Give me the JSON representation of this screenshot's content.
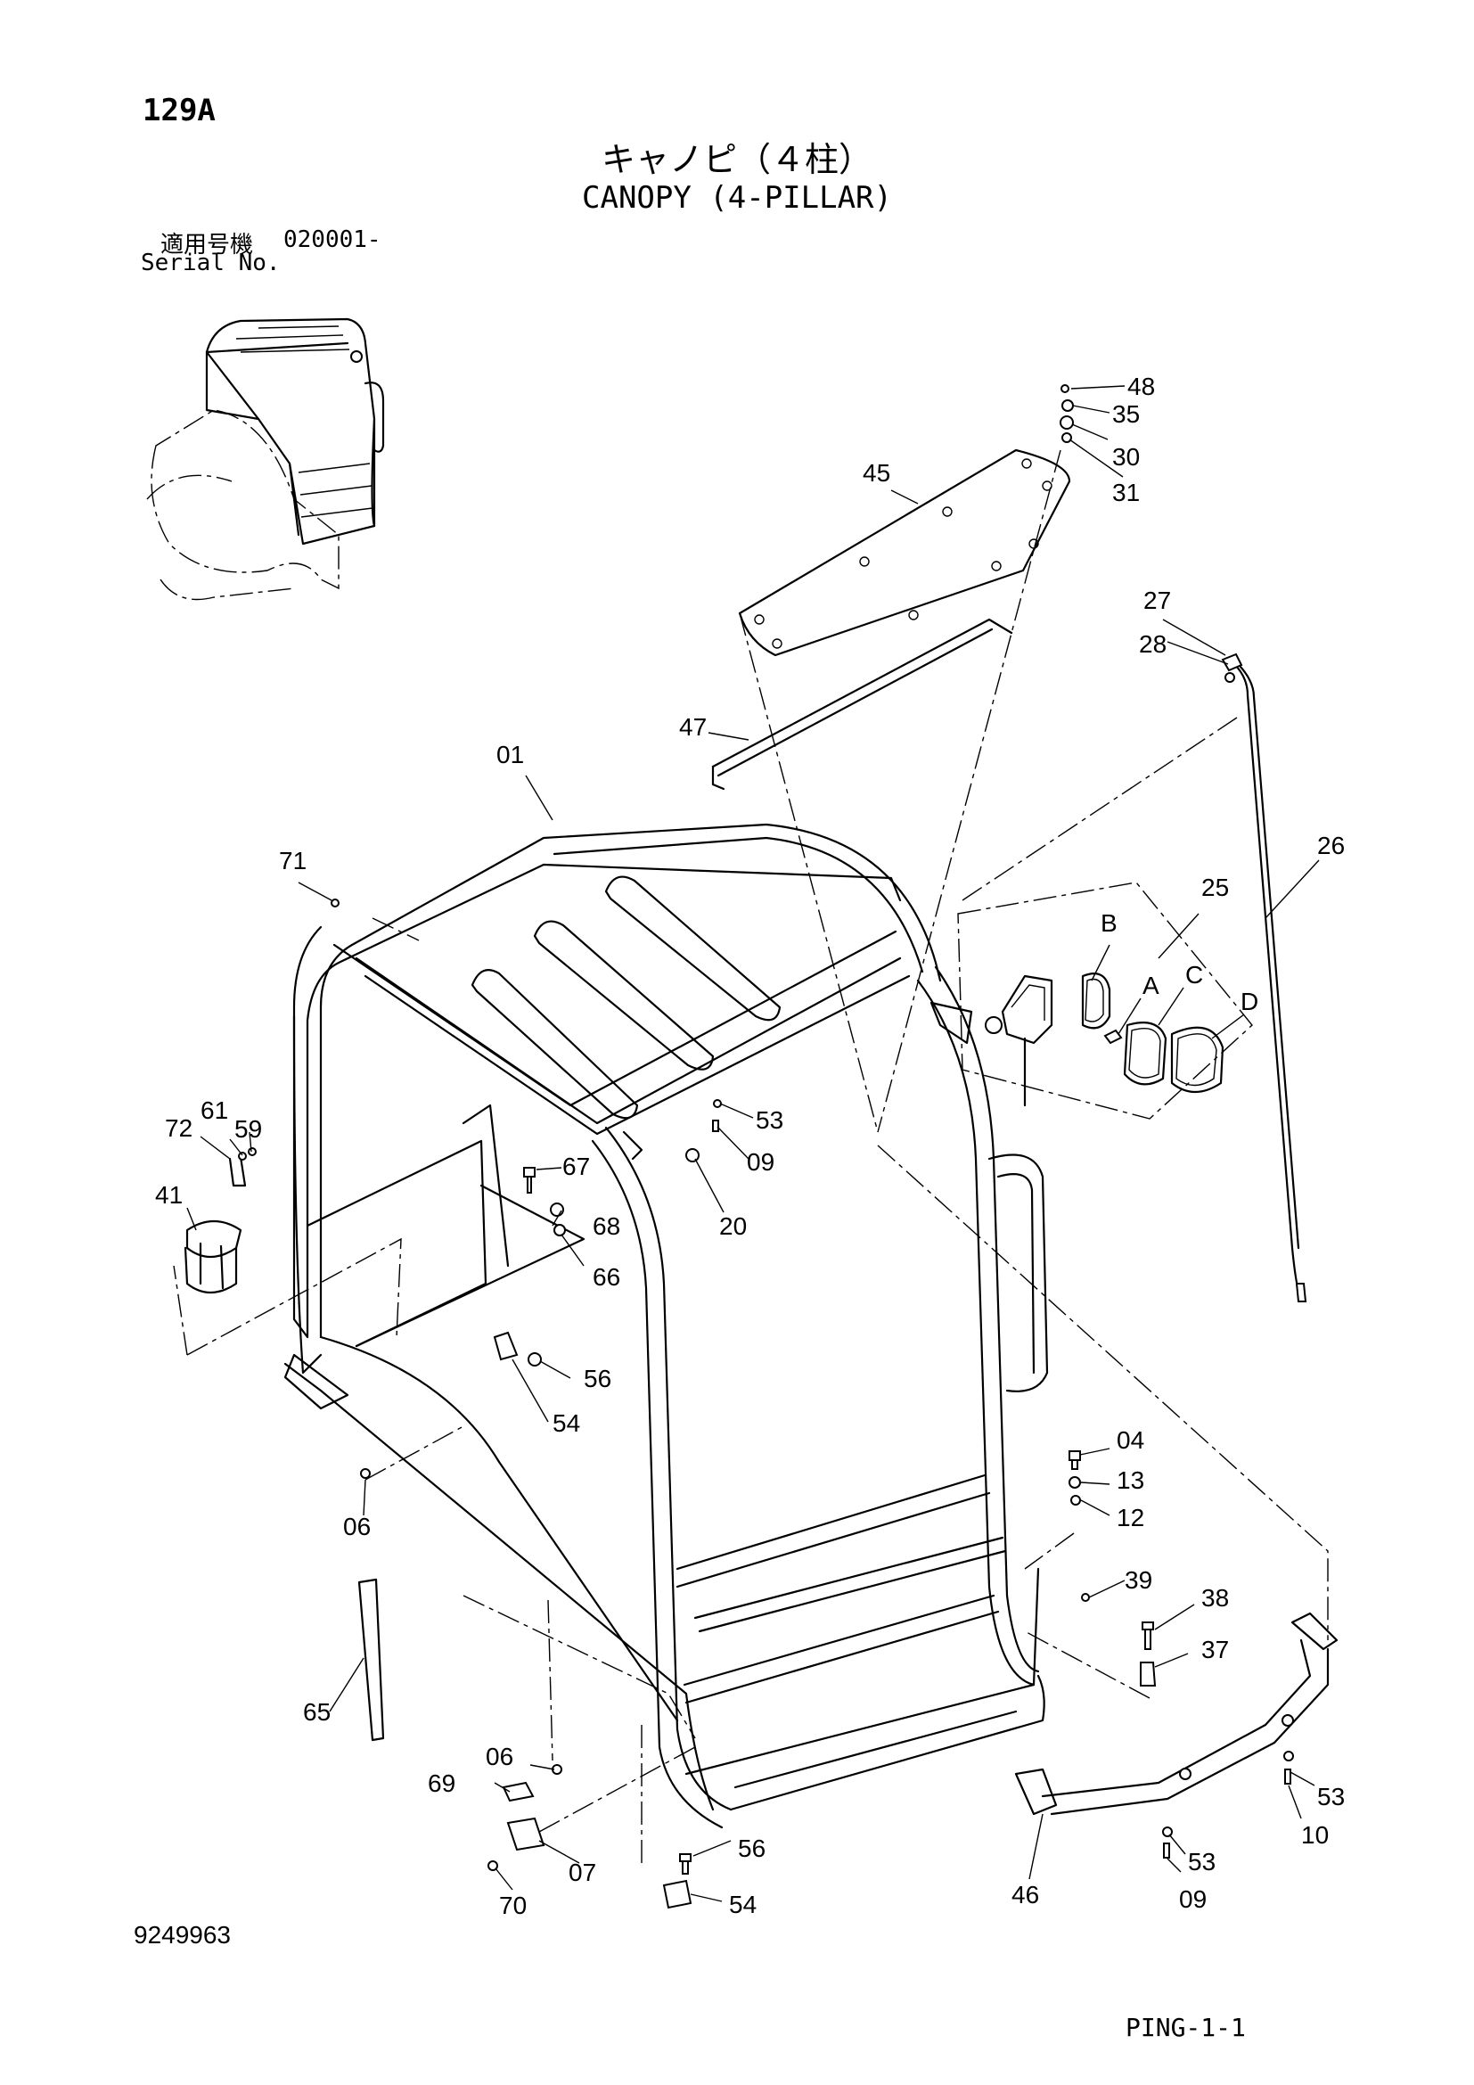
{
  "header": {
    "page_code": "129A",
    "title_ja": "キャノピ（４柱）",
    "title_en": "CANOPY (4-PILLAR)",
    "serial_label_ja": "適用号機",
    "serial_value": "020001-",
    "serial_label_en": "Serial No."
  },
  "footer": {
    "drawing_number": "9249963",
    "sheet_ref": "PING-1-1"
  },
  "callouts": {
    "p01": "01",
    "p04": "04",
    "p06a": "06",
    "p06b": "06",
    "p07": "07",
    "p09a": "09",
    "p09b": "09",
    "p10": "10",
    "p12": "12",
    "p13": "13",
    "p20": "20",
    "p25": "25",
    "p26": "26",
    "p27": "27",
    "p28": "28",
    "p30": "30",
    "p31": "31",
    "p35": "35",
    "p37": "37",
    "p38": "38",
    "p39": "39",
    "p41": "41",
    "p45": "45",
    "p46": "46",
    "p47": "47",
    "p48": "48",
    "p53a": "53",
    "p53b": "53",
    "p53c": "53",
    "p54a": "54",
    "p54b": "54",
    "p56a": "56",
    "p56b": "56",
    "p59": "59",
    "p61": "61",
    "p65": "65",
    "p66": "66",
    "p67": "67",
    "p68": "68",
    "p69": "69",
    "p70": "70",
    "p71": "71",
    "p72": "72",
    "pA": "A",
    "pB": "B",
    "pC": "C",
    "pD": "D"
  }
}
